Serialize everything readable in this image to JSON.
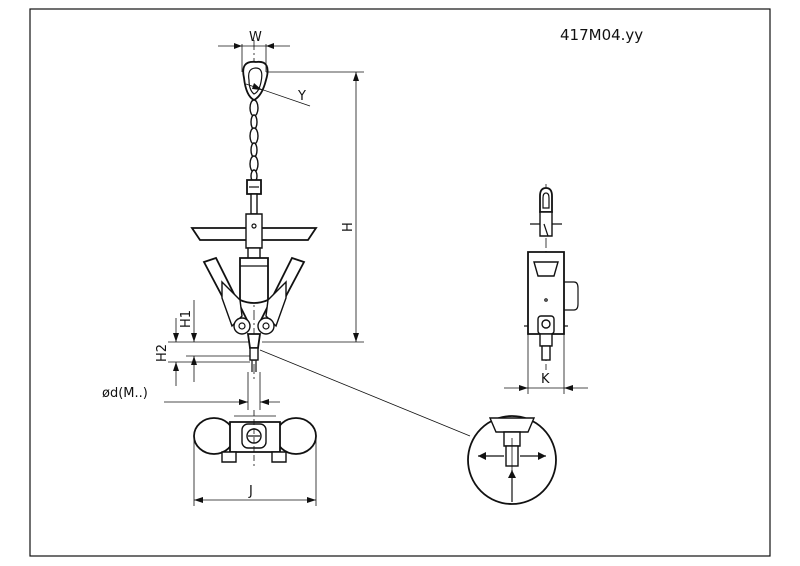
{
  "drawing": {
    "part_number": "417M04.yy",
    "dimensions": {
      "w": "W",
      "y": "Y",
      "h": "H",
      "h1": "H1",
      "h2": "H2",
      "d": "ød(M..)",
      "j": "J",
      "k": "K"
    }
  }
}
